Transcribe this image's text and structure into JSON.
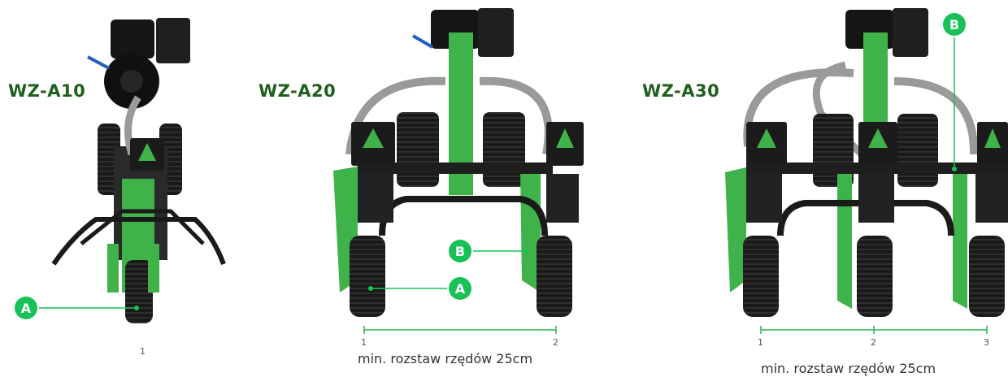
{
  "models": [
    {
      "label": "WZ-A10"
    },
    {
      "label": "WZ-A20"
    },
    {
      "label": "WZ-A30"
    }
  ],
  "markers": {
    "a": "A",
    "b": "B"
  },
  "scales": {
    "a10": {
      "ticks": [
        "1"
      ]
    },
    "a20": {
      "ticks": [
        "1",
        "2"
      ],
      "caption": "min. rozstaw rzędów 25cm"
    },
    "a30": {
      "ticks": [
        "1",
        "2",
        "3"
      ],
      "caption": "min. rozstaw rzędów 25cm"
    }
  },
  "colors": {
    "brand_green": "#1f5e1f",
    "machine_green": "#3fb24a",
    "marker_green": "#17c157",
    "engine_black": "#151515",
    "hose_gray": "#9a9a9a",
    "scale_line": "#2db34a"
  }
}
